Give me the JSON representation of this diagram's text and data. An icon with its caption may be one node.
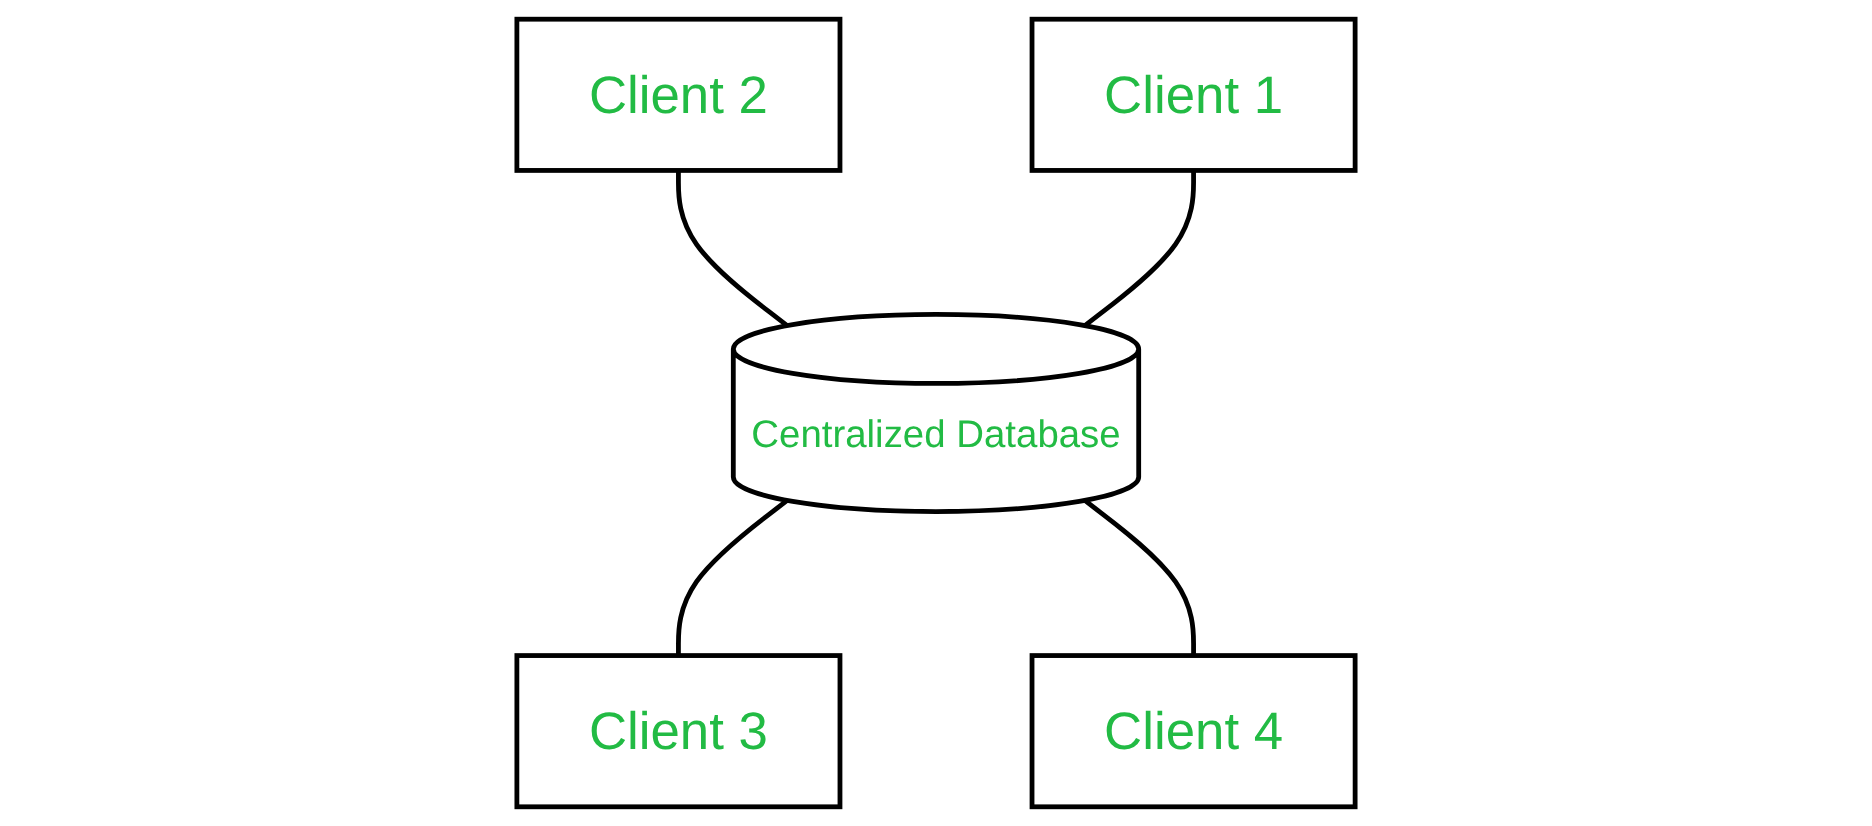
{
  "diagram": {
    "nodes": [
      {
        "text": [
          "Client 2"
        ]
      },
      {
        "text": [
          "Client 1"
        ]
      },
      {
        "text": [
          "Centralized Database"
        ]
      },
      {
        "text": [
          "Client 3"
        ]
      },
      {
        "text": [
          "Client 4"
        ]
      }
    ],
    "edges": [
      {
        "from": 0,
        "to": 2,
        "arrow": "none"
      },
      {
        "from": 1,
        "to": 2,
        "arrow": "none"
      },
      {
        "from": 2,
        "to": 3,
        "arrow": "none"
      },
      {
        "from": 2,
        "to": 4,
        "arrow": "none"
      }
    ]
  }
}
